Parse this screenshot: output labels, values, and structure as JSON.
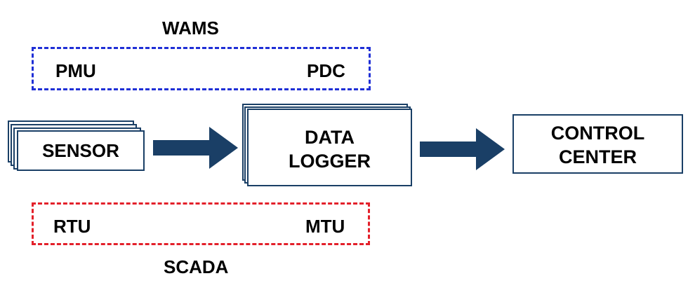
{
  "wams": {
    "title": "WAMS",
    "left_item": "PMU",
    "right_item": "PDC",
    "border_color": "#1f2fd6"
  },
  "scada": {
    "title": "SCADA",
    "left_item": "RTU",
    "right_item": "MTU",
    "border_color": "#e3202a"
  },
  "sensor": {
    "label": "SENSOR"
  },
  "data_logger": {
    "line1": "DATA",
    "line2": "LOGGER"
  },
  "control_center": {
    "line1": "CONTROL",
    "line2": "CENTER"
  },
  "colors": {
    "arrow": "#1a3f66",
    "box_border": "#1a3f66"
  },
  "icons": {
    "arrow_1": "right-arrow-icon",
    "arrow_2": "right-arrow-icon"
  }
}
